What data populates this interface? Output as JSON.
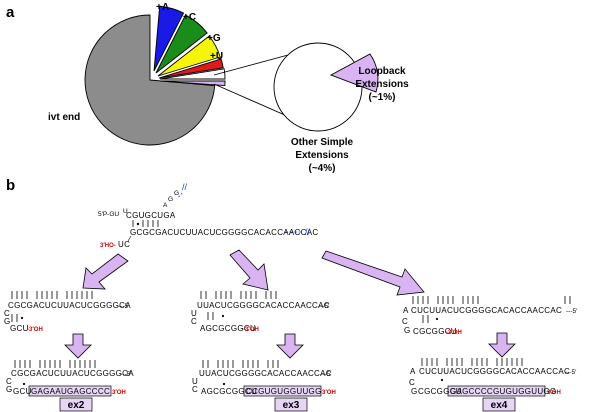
{
  "panel_a": {
    "label": "a",
    "slices": [
      {
        "name": "ivt end",
        "color": "#8c8c8c"
      },
      {
        "name": "+A",
        "color": "#1a1ae6"
      },
      {
        "name": "+C",
        "color": "#1a8c1a"
      },
      {
        "name": "+G",
        "color": "#f5f50a"
      },
      {
        "name": "+U",
        "color": "#e01a1a"
      }
    ],
    "zoom_labels": {
      "loopback": [
        "Loopback",
        "Extensions",
        "(~1%)"
      ],
      "other": [
        "Other Simple",
        "Extensions",
        "(~4%)"
      ]
    },
    "loopback_color": "#d9b3f2"
  },
  "panel_b": {
    "label": "b",
    "top": {
      "five_prime": "5′P-GU",
      "loop_upper": "CGUGCUGA",
      "loop_right": "A G G",
      "upper_U": "U",
      "strand": "GCGCGACUCUUACUCGGGGCACACCAACCAC",
      "three_prime": "3′HO-",
      "left_bottom": "UC"
    },
    "products": [
      {
        "top": "CGCGACUCUUACUCGGGGCA",
        "left": [
          "C",
          "G"
        ],
        "bottom": "GCU",
        "end_label": "-3′OH",
        "ext_top": "CGCGACUCUUACUCGGGGCA",
        "ext_bottom_plain": "GCU",
        "ext_bottom_boxed": "GAGAAUGAGCCCC",
        "name": "ex2"
      },
      {
        "top": "UUACUCGGGGCACACCAACCAC",
        "left": [
          "U",
          "C"
        ],
        "bottom": "AGCGCGGCU",
        "end_label": "-3′OH",
        "ext_top": "UUACUCGGGGCACACCAACCAC",
        "ext_bottom_plain": "AGCGCGGCU",
        "ext_bottom_boxed": "CCGUGUGGUUGG",
        "name": "ex3"
      },
      {
        "top": "CUCUUACUCGGGGCACACCAACCAC",
        "left": [
          "A",
          "C",
          "G"
        ],
        "bottom": "CGCGGCU",
        "end_label": "-3′OH",
        "ext_top": "CUCUUACUCGGGGCACACCAACCAC",
        "ext_bottom_plain": "CGCGGCU",
        "ext_bottom_boxed": "GAGCCCCGUGUGGUUGG",
        "name": "ex4"
      }
    ],
    "dashes": "---5′",
    "arrow_color": "#d9b3f2"
  }
}
